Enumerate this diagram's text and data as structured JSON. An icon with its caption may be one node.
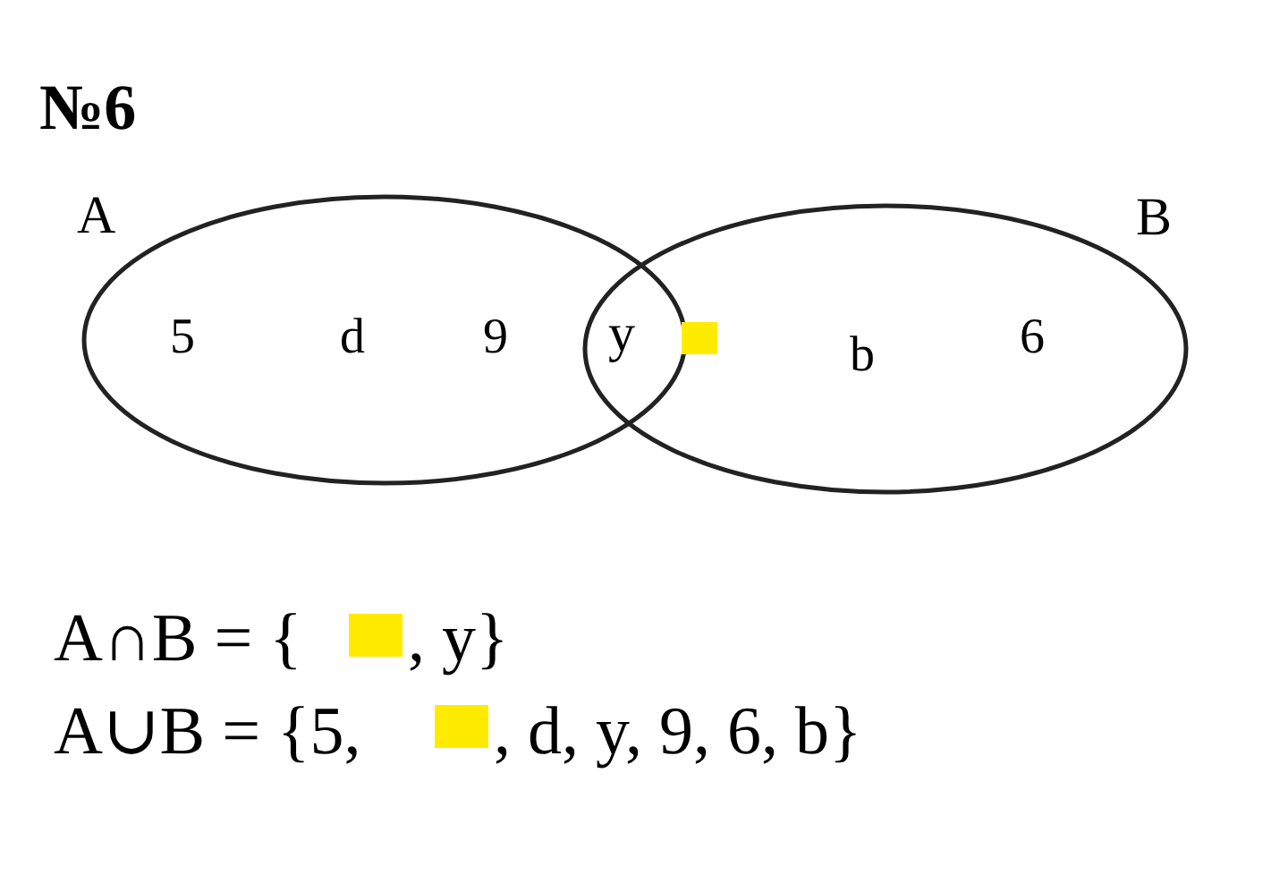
{
  "diagram": {
    "title": "№6",
    "nodes": [
      {
        "text": [
          "A",
          "5",
          "d",
          "9"
        ]
      },
      {
        "text": [
          "B",
          "b",
          "6"
        ]
      }
    ],
    "labels": [
      "y",
      "A∩B = {",
      ", y}",
      "A∪B = {5,",
      ", d, y, 9, 6, b}"
    ]
  }
}
